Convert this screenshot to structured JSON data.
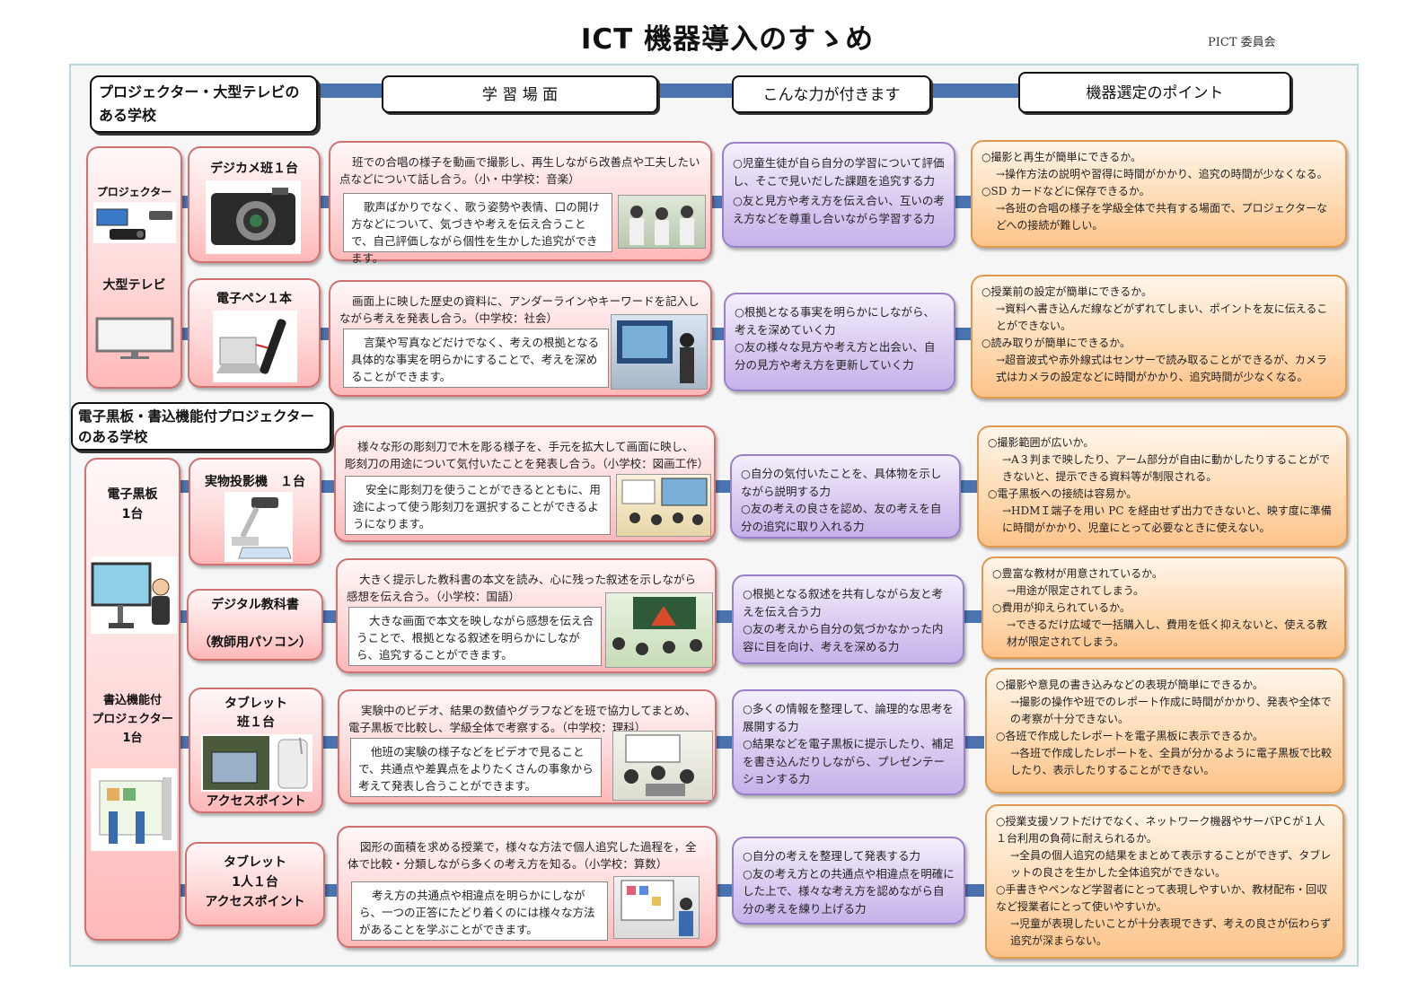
{
  "title": "ICT 機器導入のすゝめ",
  "org": "PICT 委員会",
  "section1_header": "プロジェクター・大型テレビのある学校",
  "section2_header": "電子黒板・書込機能付プロジェクターのある学校",
  "col_headers": {
    "scene": "学 習 場 面",
    "ability": "こんな力が付きます",
    "point": "機器選定のポイント"
  },
  "devices1": {
    "projector": "プロジェクター",
    "tv": "大型テレビ"
  },
  "devices2": {
    "board": "電子黒板\n1台",
    "projector": "書込機能付\nプロジェクター\n1台"
  },
  "rows": [
    {
      "equip": "デジカメ班１台",
      "scene": "班での合唱の様子を動画で撮影し、再生しながら改善点や工夫したい点などについて話し合う。（小・中学校：音楽）",
      "effect": "歌声ばかりでなく、歌う姿勢や表情、口の開け方などについて、気づきや考えを伝え合うことで、自己評価しながら個性を生かした追究ができます。",
      "ability": [
        "○児童生徒が自ら自分の学習について評価し、そこで見いだした課題を追究する力",
        "○友と見方や考え方を伝え合い、互いの考え方などを尊重し合いながら学習する力"
      ],
      "points": [
        "○撮影と再生が簡単にできるか。",
        "→操作方法の説明や習得に時間がかかり、追究の時間が少なくなる。",
        "○SD カードなどに保存できるか。",
        "→各班の合唱の様子を学級全体で共有する場面で、プロジェクターなどへの接続が難しい。"
      ]
    },
    {
      "equip": "電子ペン１本",
      "scene": "画面上に映した歴史の資料に、アンダーラインやキーワードを記入しながら考えを発表し合う。（中学校：社会）",
      "effect": "言葉や写真などだけでなく、考えの根拠となる具体的な事実を明らかにすることで、考えを深めることができます。",
      "ability": [
        "○根拠となる事実を明らかにしながら、考えを深めていく力",
        "○友の様々な見方や考え方と出会い、自分の見方や考え方を更新していく力"
      ],
      "points": [
        "○授業前の設定が簡単にできるか。",
        "→資料へ書き込んだ線などがずれてしまい、ポイントを友に伝えることができない。",
        "○読み取りが簡単にできるか。",
        "→超音波式や赤外線式はセンサーで読み取ることができるが、カメラ式はカメラの設定などに時間がかかり、追究時間が少なくなる。"
      ]
    },
    {
      "equip": "実物投影機　１台",
      "scene": "様々な形の彫刻刀で木を彫る様子を、手元を拡大して画面に映し、彫刻刀の用途について気付いたことを発表し合う。（小学校：図画工作）",
      "effect": "安全に彫刻刀を使うことができるとともに、用途によって使う彫刻刀を選択することができるようになります。",
      "ability": [
        "○自分の気付いたことを、具体物を示しながら説明する力",
        "○友の考えの良さを認め、友の考えを自分の追究に取り入れる力"
      ],
      "points": [
        "○撮影範囲が広いか。",
        "→A３判まで映したり、アーム部分が自由に動かしたりすることができないと、提示できる資料等が制限される。",
        "○電子黒板への接続は容易か。",
        "→HDMＩ端子を用い PC を経由せず出力できないと、映す度に準備に時間がかかり、児童にとって必要なときに使えない。"
      ]
    },
    {
      "equip": "デジタル教科書\n\n（教師用パソコン）",
      "scene": "大きく提示した教科書の本文を読み、心に残った叙述を示しながら感想を伝え合う。（小学校：国語）",
      "effect": "大きな画面で本文を映しながら感想を伝え合うことで、根拠となる叙述を明らかにしながら、追究することができます。",
      "ability": [
        "○根拠となる叙述を共有しながら友と考えを伝え合う力",
        "○友の考えから自分の気づかなかった内容に目を向け、考えを深める力"
      ],
      "points": [
        "○豊富な教材が用意されているか。",
        "→用途が限定されてしまう。",
        "○費用が抑えられているか。",
        "→できるだけ広域で一括購入し、費用を低く抑えないと、使える教材が限定されてしまう。"
      ]
    },
    {
      "equip": "タブレット\n班１台",
      "equip2": "アクセスポイント",
      "scene": "実験中のビデオ、結果の数値やグラフなどを班で協力してまとめ、電子黒板で比較し、学級全体で考察する。（中学校：理科）",
      "effect": "他班の実験の様子などをビデオで見ることで、共通点や差異点をよりたくさんの事象から考えて発表し合うことができます。",
      "ability": [
        "○多くの情報を整理して、論理的な思考を展開する力",
        "○結果などを電子黒板に提示したり、補足を書き込んだりしながら、プレゼンテーションする力"
      ],
      "points": [
        "○撮影や意見の書き込みなどの表現が簡単にできるか。",
        "→撮影の操作や班でのレポート作成に時間がかかり、発表や全体での考察が十分できない。",
        "○各班で作成したレポートを電子黒板に表示できるか。",
        "→各班で作成したレポートを、全員が分かるように電子黒板で比較したり、表示したりすることができない。"
      ]
    },
    {
      "equip": "タブレット\n1人１台\nアクセスポイント",
      "scene": "図形の面積を求める授業で，様々な方法で個人追究した過程を，全体で比較・分類しながら多くの考え方を知る。（小学校：算数）",
      "effect": "考え方の共通点や相違点を明らかにしながら、一つの正答にたどり着くのには様々な方法があることを学ぶことができます。",
      "ability": [
        "○自分の考えを整理して発表する力",
        "○友の考え方との共通点や相違点を明確にした上で、様々な考え方を認めながら自分の考えを練り上げる力"
      ],
      "points": [
        "○授業支援ソフトだけでなく、ネットワーク機器やサーバPＣが１人１台利用の負荷に耐えられるか。",
        "→全員の個人追究の結果をまとめて表示することができず、タブレットの良さを生かした全体追究ができない。",
        "○手書きやペンなど学習者にとって表現しやすいか、教材配布・回収など授業者にとって使いやすいか。",
        "→児童が表現したいことが十分表現できず、考えの良さが伝わらず追究が深まらない。"
      ]
    }
  ]
}
